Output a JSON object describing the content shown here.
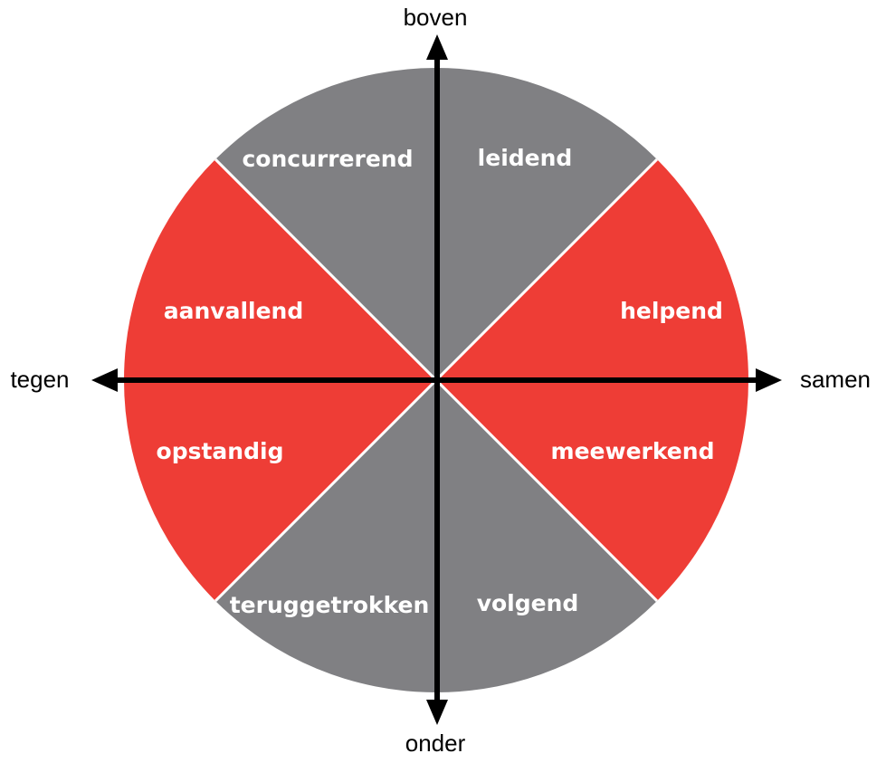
{
  "axes": {
    "top": "boven",
    "bottom": "onder",
    "left": "tegen",
    "right": "samen"
  },
  "segments": [
    {
      "label": "leidend",
      "color": "#808083"
    },
    {
      "label": "helpend",
      "color": "#ee3d36"
    },
    {
      "label": "meewerkend",
      "color": "#ee3d36"
    },
    {
      "label": "volgend",
      "color": "#808083"
    },
    {
      "label": "teruggetrokken",
      "color": "#808083"
    },
    {
      "label": "opstandig",
      "color": "#ee3d36"
    },
    {
      "label": "aanvallend",
      "color": "#ee3d36"
    },
    {
      "label": "concurrerend",
      "color": "#808083"
    }
  ],
  "colors": {
    "divider": "#ffffff",
    "axis": "#000000"
  }
}
